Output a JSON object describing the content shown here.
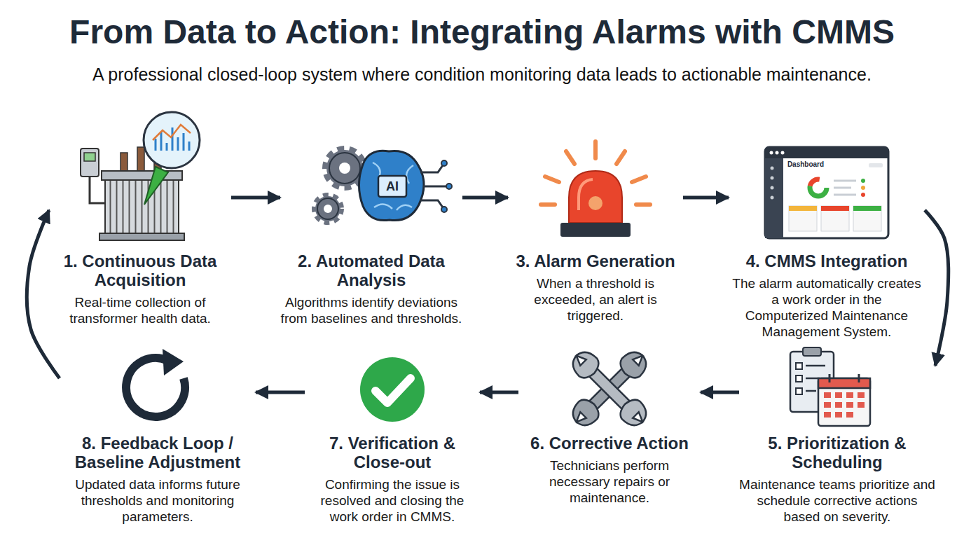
{
  "diagram": {
    "title": "From Data to Action: Integrating Alarms with CMMS",
    "caption": "A professional closed-loop system where condition monitoring data leads to actionable maintenance.",
    "nodes": [
      {
        "text": [
          "1. Continuous Data Acquisition",
          "Real-time collection of transformer health data."
        ]
      },
      {
        "text": [
          "2. Automated Data Analysis",
          "Algorithms identify deviations from baselines and thresholds."
        ]
      },
      {
        "text": [
          "3. Alarm Generation",
          "When a threshold is exceeded, an alert is triggered."
        ]
      },
      {
        "text": [
          "4. CMMS Integration",
          "The alarm automatically creates a work order in the Computerized Maintenance Management System."
        ]
      },
      {
        "text": [
          "5. Prioritization & Scheduling",
          "Maintenance teams prioritize and schedule corrective actions based on severity."
        ]
      },
      {
        "text": [
          "6. Corrective Action",
          "Technicians perform necessary repairs or maintenance."
        ]
      },
      {
        "text": [
          "7. Verification & Close-out",
          "Confirming the issue is resolved and closing the work order in CMMS."
        ]
      },
      {
        "text": [
          "8. Feedback Loop / Baseline Adjustment",
          "Updated data informs future thresholds and monitoring parameters."
        ]
      }
    ],
    "edges": [
      {
        "from": 0,
        "to": 1,
        "arrow": "to"
      },
      {
        "from": 1,
        "to": 2,
        "arrow": "to"
      },
      {
        "from": 2,
        "to": 3,
        "arrow": "to"
      },
      {
        "from": 3,
        "to": 4,
        "arrow": "to"
      },
      {
        "from": 4,
        "to": 5,
        "arrow": "to"
      },
      {
        "from": 5,
        "to": 6,
        "arrow": "to"
      },
      {
        "from": 6,
        "to": 7,
        "arrow": "to"
      },
      {
        "from": 7,
        "to": 0,
        "arrow": "to"
      }
    ],
    "labels": [
      "AI",
      "Dashboard"
    ]
  }
}
